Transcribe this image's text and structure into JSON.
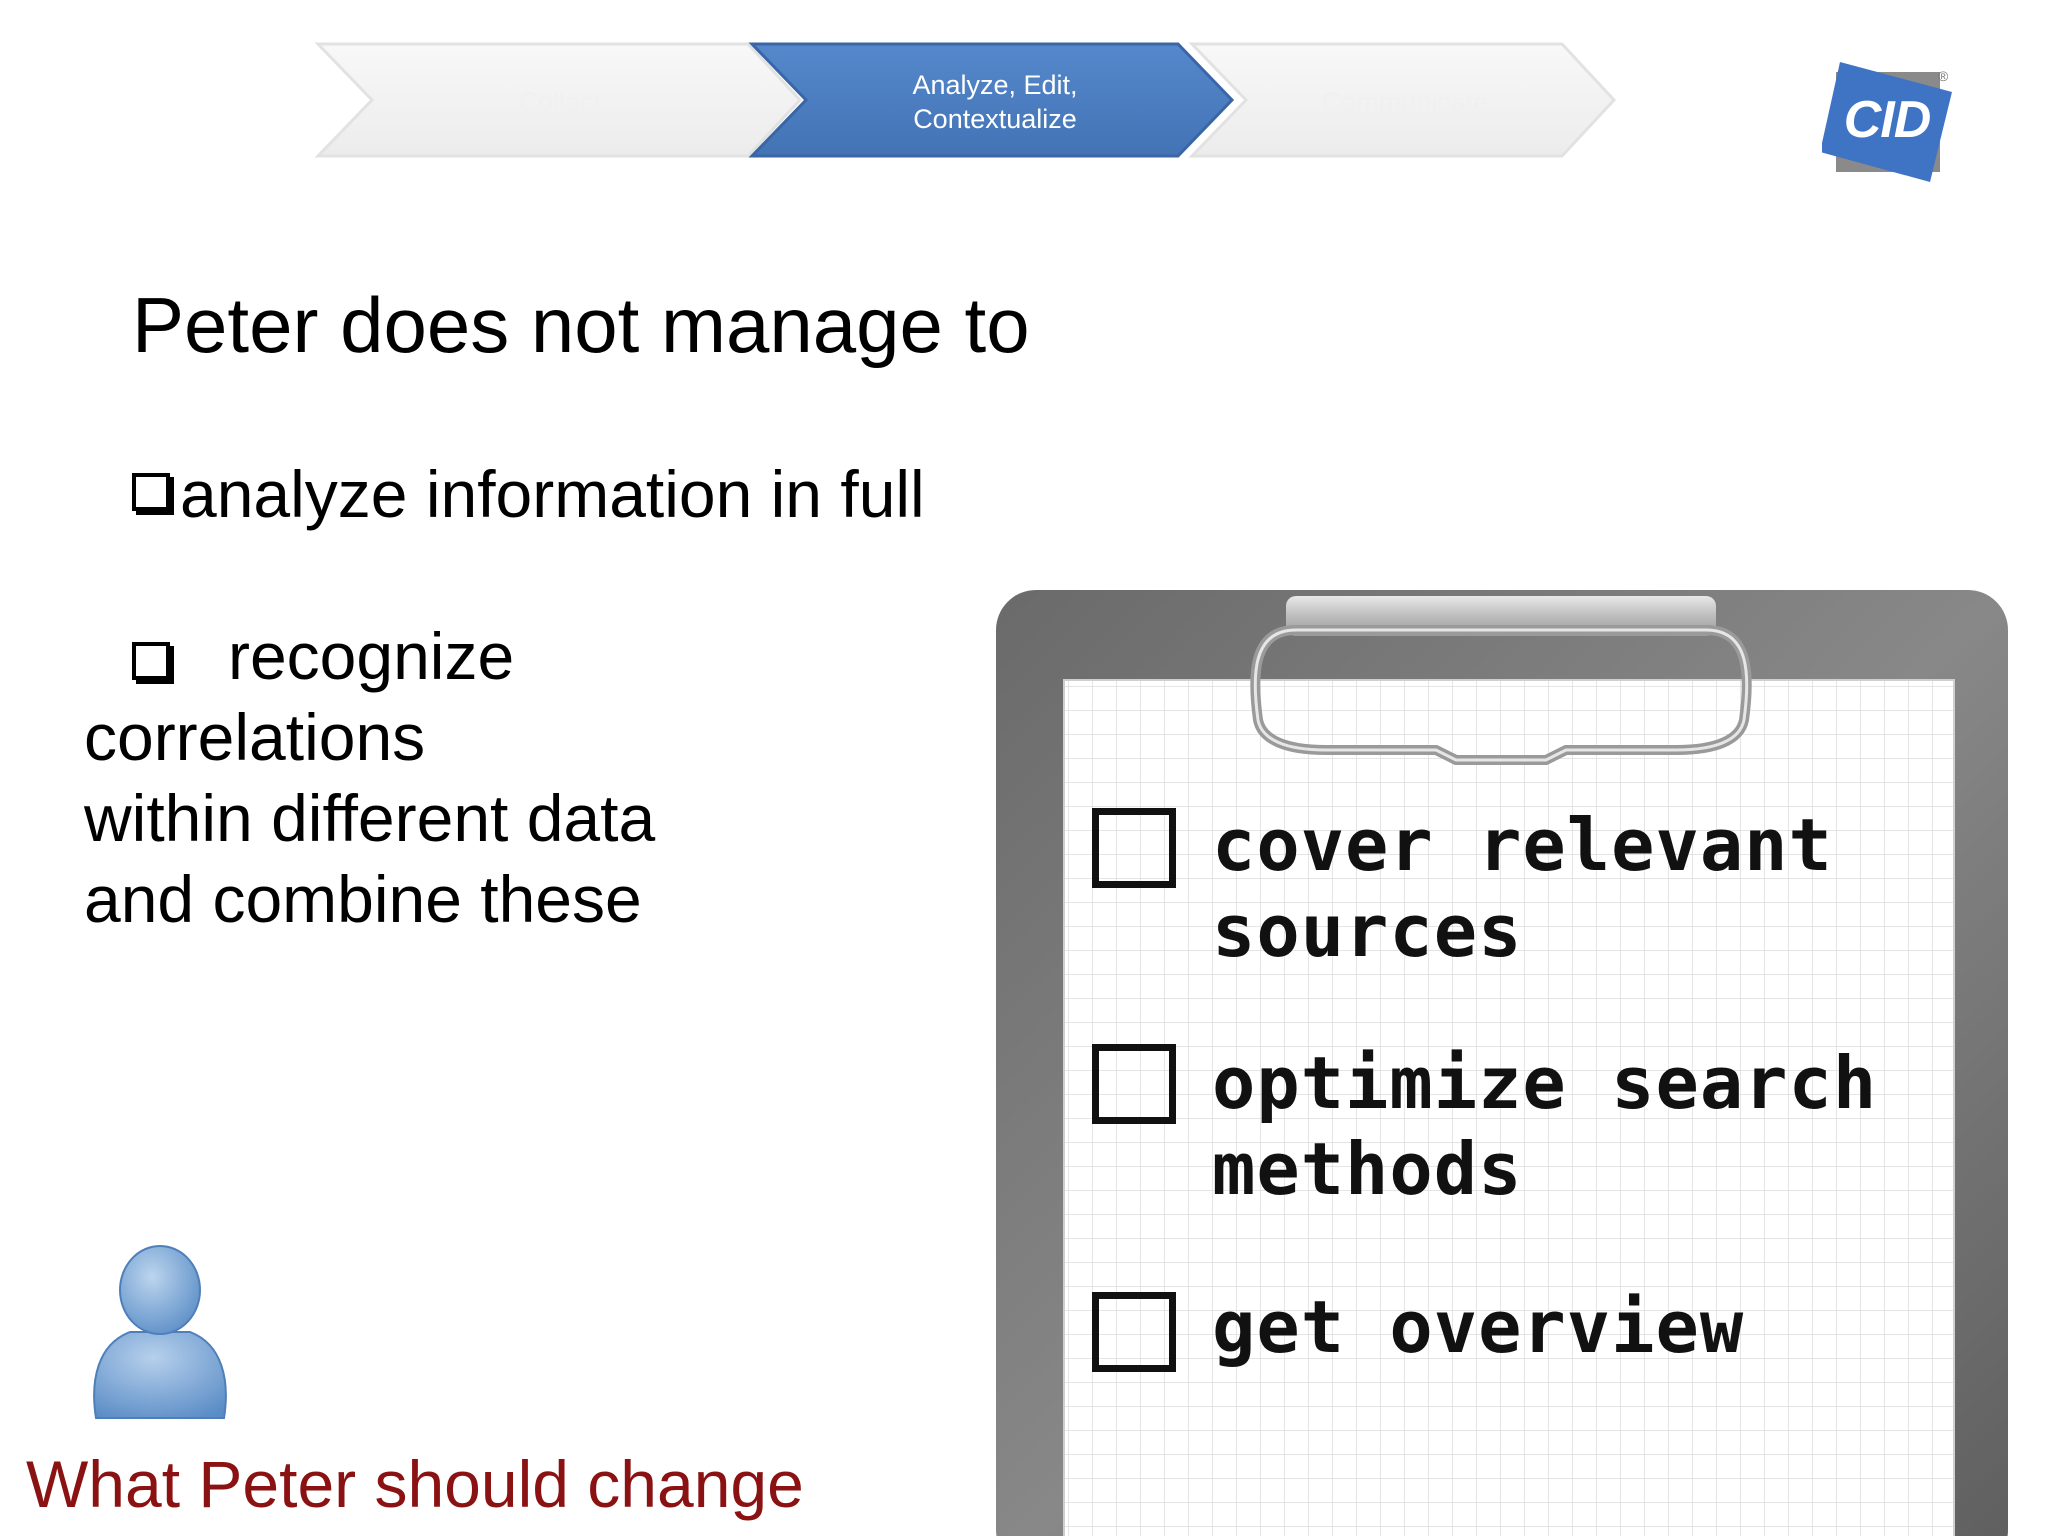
{
  "process": {
    "steps": [
      {
        "label": "Collect",
        "state": "inactive"
      },
      {
        "label": "Analyze, Edit,\nContextualize",
        "state": "active"
      },
      {
        "label": "Communicate",
        "state": "inactive"
      }
    ],
    "active_icon": "lightning-icon"
  },
  "logo": {
    "text": "CID",
    "registered_mark": "®"
  },
  "content": {
    "title": "Peter does not manage to",
    "bullets": [
      "analyze information in full",
      "recognize correlations\nwithin different data\nand combine these"
    ]
  },
  "avatar": {
    "icon": "user-avatar-icon"
  },
  "footer": {
    "caption": "What Peter should change"
  },
  "clipboard": {
    "items": [
      "cover relevant\nsources",
      "optimize search\nmethods",
      "get overview"
    ]
  },
  "colors": {
    "accent_blue": "#4a7ebf",
    "caption_red": "#8b1212",
    "logo_blue": "#3f74c4"
  }
}
